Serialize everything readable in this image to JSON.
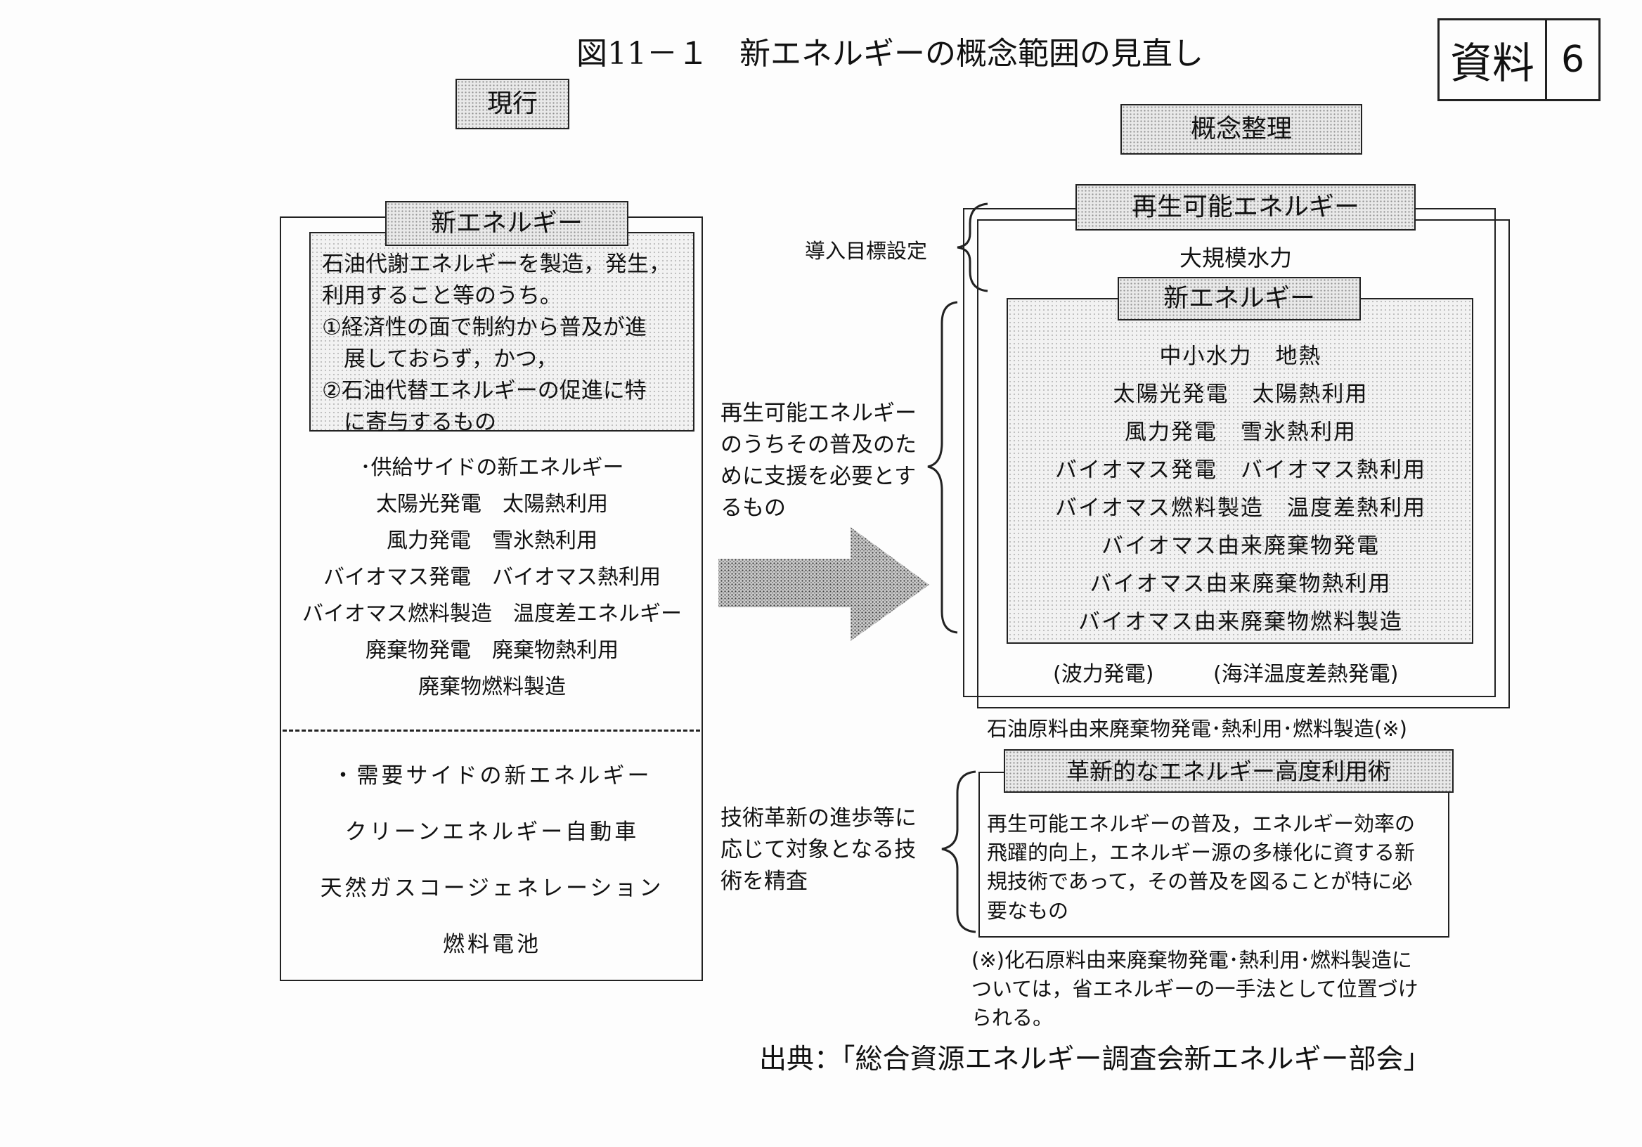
{
  "title": "図11－１　新エネルギーの概念範囲の見直し",
  "stamp": {
    "label": "資料",
    "number": "6"
  },
  "current": {
    "header": "現行",
    "inner_label": "新エネルギー",
    "definition": [
      "石油代謝エネルギーを製造，発生，",
      "利用すること等のうち。",
      "①経済性の面で制約から普及が進",
      "　展しておらず，かつ，",
      "②石油代替エネルギーの促進に特",
      "　に寄与するもの"
    ],
    "supply_side": [
      "･供給サイドの新エネルギー",
      "太陽光発電　太陽熱利用",
      "風力発電　雪氷熱利用",
      "バイオマス発電　バイオマス熱利用",
      "バイオマス燃料製造　温度差エネルギー",
      "廃棄物発電　廃棄物熱利用",
      "廃棄物燃料製造"
    ],
    "demand_side": [
      "・需要サイドの新エネルギー",
      "クリーンエネルギー自動車",
      "天然ガスコージェネレーション",
      "燃料電池"
    ]
  },
  "annotations": {
    "target": "導入目標設定",
    "support": [
      "再生可能エネルギー",
      "のうちその普及のた",
      "めに支援を必要とす",
      "るもの"
    ],
    "tech": [
      "技術革新の進歩等に",
      "応じて対象となる技",
      "術を精査"
    ]
  },
  "revised": {
    "header": "概念整理",
    "renewable_label": "再生可能エネルギー",
    "large_hydro": "大規模水力",
    "new_energy_label": "新エネルギー",
    "new_energy_items": [
      "中小水力　地熱",
      "太陽光発電　太陽熱利用",
      "風力発電　雪氷熱利用",
      "バイオマス発電　バイオマス熱利用",
      "バイオマス燃料製造　温度差熱利用",
      "バイオマス由来廃棄物発電",
      "バイオマス由来廃棄物熱利用",
      "バイオマス由来廃棄物燃料製造"
    ],
    "other_renewables": {
      "wave": "(波力発電)",
      "otec": "(海洋温度差熱発電)"
    },
    "fossil_waste": "石油原料由来廃棄物発電･熱利用･燃料製造(※)",
    "innovative_label": "革新的なエネルギー高度利用術",
    "innovative_desc": [
      "再生可能エネルギーの普及，エネルギー効率の",
      "飛躍的向上，エネルギー源の多様化に資する新",
      "規技術であって，その普及を図ることが特に必",
      "要なもの"
    ],
    "footnote": [
      "(※)化石原料由来廃棄物発電･熱利用･燃料製造に",
      "ついては，省エネルギーの一手法として位置づけ",
      "られる。"
    ]
  },
  "source": "出典：「総合資源エネルギー調査会新エネルギー部会」"
}
